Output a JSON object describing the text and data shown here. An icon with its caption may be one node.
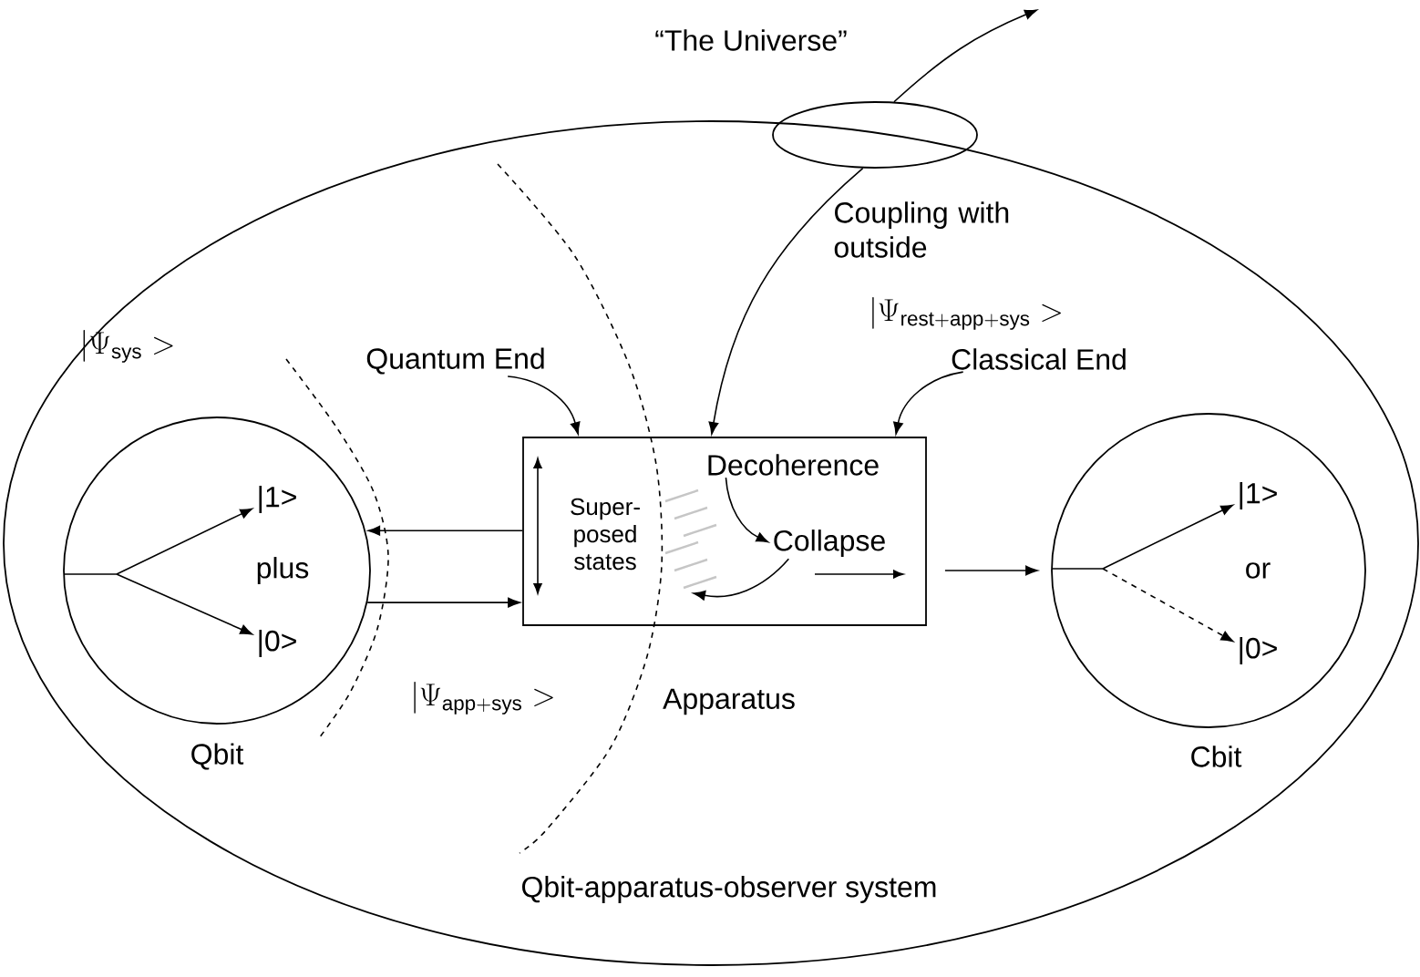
{
  "diagram": {
    "nodes": [
      {
        "text": [
          "Qbit-apparatus-observer system"
        ]
      },
      {
        "text": [],
        "shape": "ellipse",
        "beside": [
          "Coupling with outside"
        ]
      },
      {
        "text": [
          "Quantum End"
        ],
        "in": 0
      },
      {
        "text": [
          "Classical End"
        ],
        "in": 0
      },
      {
        "text": [
          "plus"
        ],
        "beside": [
          "Qbit"
        ],
        "in": 0
      },
      {
        "text": [
          "|1>"
        ],
        "in": 4
      },
      {
        "text": [
          "|0>"
        ],
        "in": 4
      },
      {
        "text": [],
        "shape": "box",
        "beside": [
          "Apparatus"
        ],
        "in": 0
      },
      {
        "text": [
          "Super-posed states"
        ],
        "in": 7
      },
      {
        "text": [
          "Decoherence"
        ],
        "in": 7
      },
      {
        "text": [
          "Collapse"
        ],
        "in": 7
      },
      {
        "text": [
          "or"
        ],
        "beside": [
          "Cbit"
        ],
        "in": 0
      },
      {
        "text": [
          "|1>"
        ],
        "in": 11
      },
      {
        "text": [
          "|0>"
        ],
        "in": 11
      },
      {
        "text": [],
        "shape": "picture",
        "in": 7
      }
    ],
    "edges": [
      {
        "from": 1,
        "to": null,
        "arrow": "to"
      },
      {
        "from": 1,
        "to": 7,
        "arrow": "to"
      },
      {
        "from": 2,
        "to": 7,
        "arrow": "to"
      },
      {
        "from": 3,
        "to": 7,
        "arrow": "to"
      },
      {
        "from": 7,
        "to": 4,
        "arrow": "to"
      },
      {
        "from": 4,
        "to": 7,
        "arrow": "to"
      },
      {
        "from": 7,
        "to": 11,
        "arrow": "to"
      },
      {
        "from": null,
        "to": 5,
        "arrow": "to"
      },
      {
        "from": null,
        "to": 6,
        "arrow": "to"
      },
      {
        "from": null,
        "to": 12,
        "arrow": "to"
      },
      {
        "from": null,
        "to": 13,
        "arrow": "to",
        "style": "dashed"
      },
      {
        "from": 9,
        "to": 10,
        "arrow": "to"
      },
      {
        "from": 10,
        "to": 14,
        "arrow": "to"
      }
    ],
    "labels": [
      "“The Universe”",
      "|\\Psi_{\\mathrm{rest+app+sys}}>",
      "|\\Psi_{\\mathrm{sys}}>",
      "|\\Psi_{\\mathrm{app+sys}}>"
    ]
  }
}
